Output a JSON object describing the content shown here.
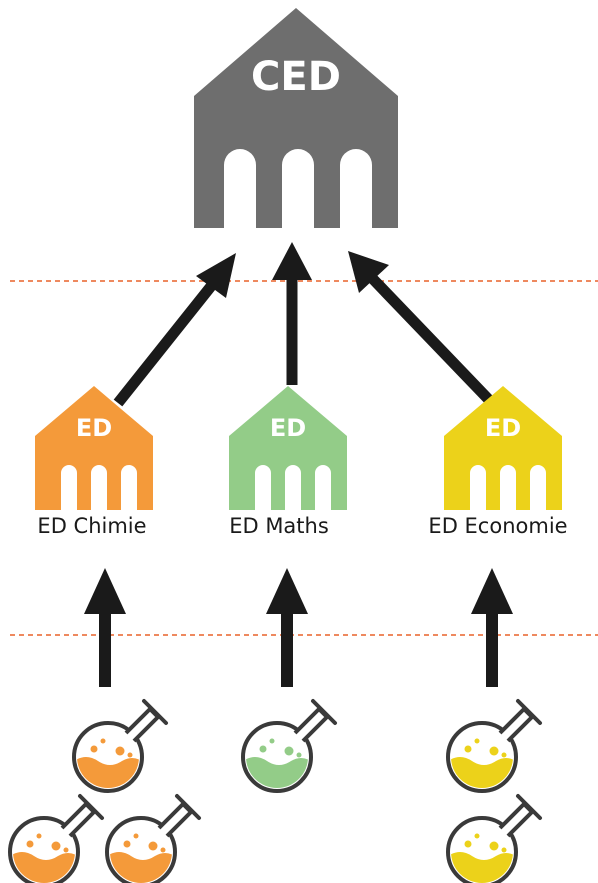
{
  "colors": {
    "ced": "#6e6e6e",
    "chimie": "#f49a3a",
    "maths": "#93cc88",
    "economie": "#ecd21a",
    "arrow": "#1a1a1a",
    "divider": "#e8622a",
    "flask_outline": "#3a3a3a"
  },
  "ced": {
    "label": "CED"
  },
  "schools": [
    {
      "key": "chimie",
      "badge": "ED",
      "name": "ED Chimie",
      "color": "#f49a3a",
      "flask_count": 3
    },
    {
      "key": "maths",
      "badge": "ED",
      "name": "ED Maths",
      "color": "#93cc88",
      "flask_count": 1
    },
    {
      "key": "economie",
      "badge": "ED",
      "name": "ED Economie",
      "color": "#ecd21a",
      "flask_count": 2
    }
  ],
  "icons": [
    "building-icon",
    "flask-icon",
    "arrow-up-icon"
  ]
}
